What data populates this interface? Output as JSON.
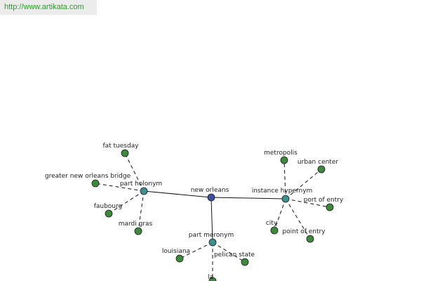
{
  "source_url": "http://www.artikata.com",
  "colors": {
    "root": "#3a4fa0",
    "relation": "#3f8f8f",
    "word": "#3d8a3d",
    "url_text": "#2e9a2e",
    "url_bg": "#ececec"
  },
  "graph": {
    "root": {
      "id": "new-orleans",
      "label": "new orleans"
    },
    "relations": [
      {
        "id": "part-holonym",
        "label": "part holonym"
      },
      {
        "id": "instance-hypernym",
        "label": "instance hypernym"
      },
      {
        "id": "part-meronym",
        "label": "part meronym"
      }
    ],
    "words": [
      {
        "id": "fat-tuesday",
        "label": "fat tuesday",
        "relation": "part-holonym"
      },
      {
        "id": "greater-new-orleans-bridge",
        "label": "greater new orleans bridge",
        "relation": "part-holonym"
      },
      {
        "id": "faubourg",
        "label": "faubourg",
        "relation": "part-holonym"
      },
      {
        "id": "mardi-gras",
        "label": "mardi gras",
        "relation": "part-holonym"
      },
      {
        "id": "metropolis",
        "label": "metropolis",
        "relation": "instance-hypernym"
      },
      {
        "id": "urban-center",
        "label": "urban center",
        "relation": "instance-hypernym"
      },
      {
        "id": "port-of-entry",
        "label": "port of entry",
        "relation": "instance-hypernym"
      },
      {
        "id": "point-of-entry",
        "label": "point of entry",
        "relation": "instance-hypernym"
      },
      {
        "id": "city",
        "label": "city",
        "relation": "instance-hypernym"
      },
      {
        "id": "louisiana",
        "label": "louisiana",
        "relation": "part-meronym"
      },
      {
        "id": "pelican-state",
        "label": "pelican state",
        "relation": "part-meronym"
      },
      {
        "id": "la",
        "label": "la",
        "relation": "part-meronym"
      }
    ]
  }
}
